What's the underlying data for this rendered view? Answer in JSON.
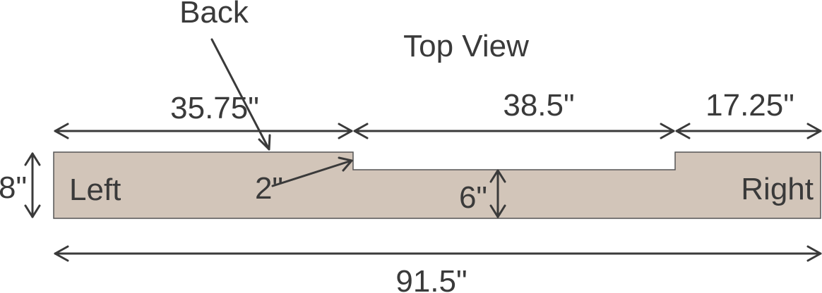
{
  "title": "Top View",
  "callouts": {
    "back": "Back",
    "notch": "2\""
  },
  "region_labels": {
    "left": "Left",
    "right": "Right"
  },
  "dimensions": {
    "left_section": "35.75\"",
    "middle_section": "38.5\"",
    "right_section": "17.25\"",
    "total_length": "91.5\"",
    "full_depth": "8\"",
    "notched_depth": "6\""
  },
  "colors": {
    "shape_fill": "#d2c5b9",
    "shape_stroke": "#555555",
    "line": "#3a3a3a"
  }
}
